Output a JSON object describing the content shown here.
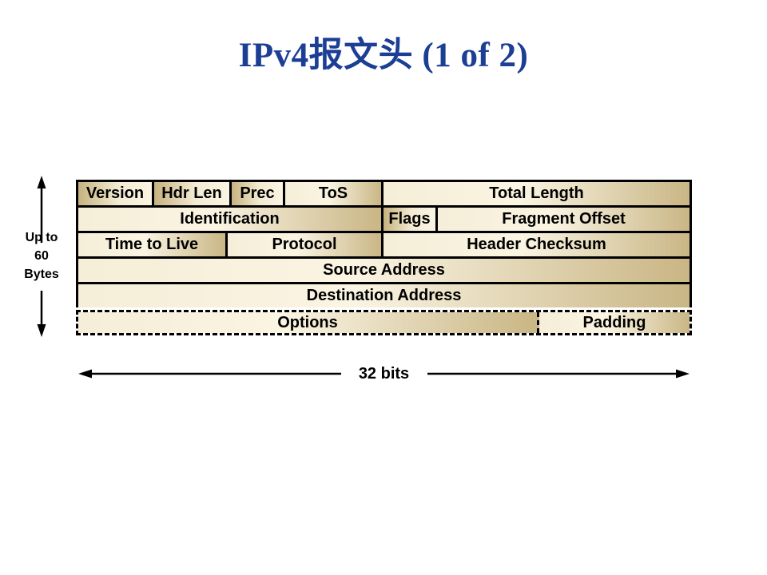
{
  "slide": {
    "title": "IPv4报文头 (1 of 2)"
  },
  "colors": {
    "title_blue": "#1c3e94",
    "cell_gradient_dark": "#c6b27e",
    "cell_gradient_light": "#faf4e2",
    "border": "#000000",
    "background": "#ffffff"
  },
  "annotations": {
    "height_label_lines": [
      "Up to",
      "60",
      "Bytes"
    ],
    "width_label": "32 bits"
  },
  "diagram": {
    "rows": [
      {
        "cells": [
          {
            "label": "Version"
          },
          {
            "label": "Hdr Len"
          },
          {
            "label": "Prec"
          },
          {
            "label": "ToS"
          },
          {
            "label": "Total Length"
          }
        ]
      },
      {
        "cells": [
          {
            "label": "Identification"
          },
          {
            "label": "Flags"
          },
          {
            "label": "Fragment Offset"
          }
        ]
      },
      {
        "cells": [
          {
            "label": "Time to Live"
          },
          {
            "label": "Protocol"
          },
          {
            "label": "Header Checksum"
          }
        ]
      },
      {
        "cells": [
          {
            "label": "Source Address"
          }
        ]
      },
      {
        "cells": [
          {
            "label": "Destination Address"
          }
        ]
      },
      {
        "cells": [
          {
            "label": "Options"
          },
          {
            "label": "Padding"
          }
        ]
      }
    ]
  }
}
